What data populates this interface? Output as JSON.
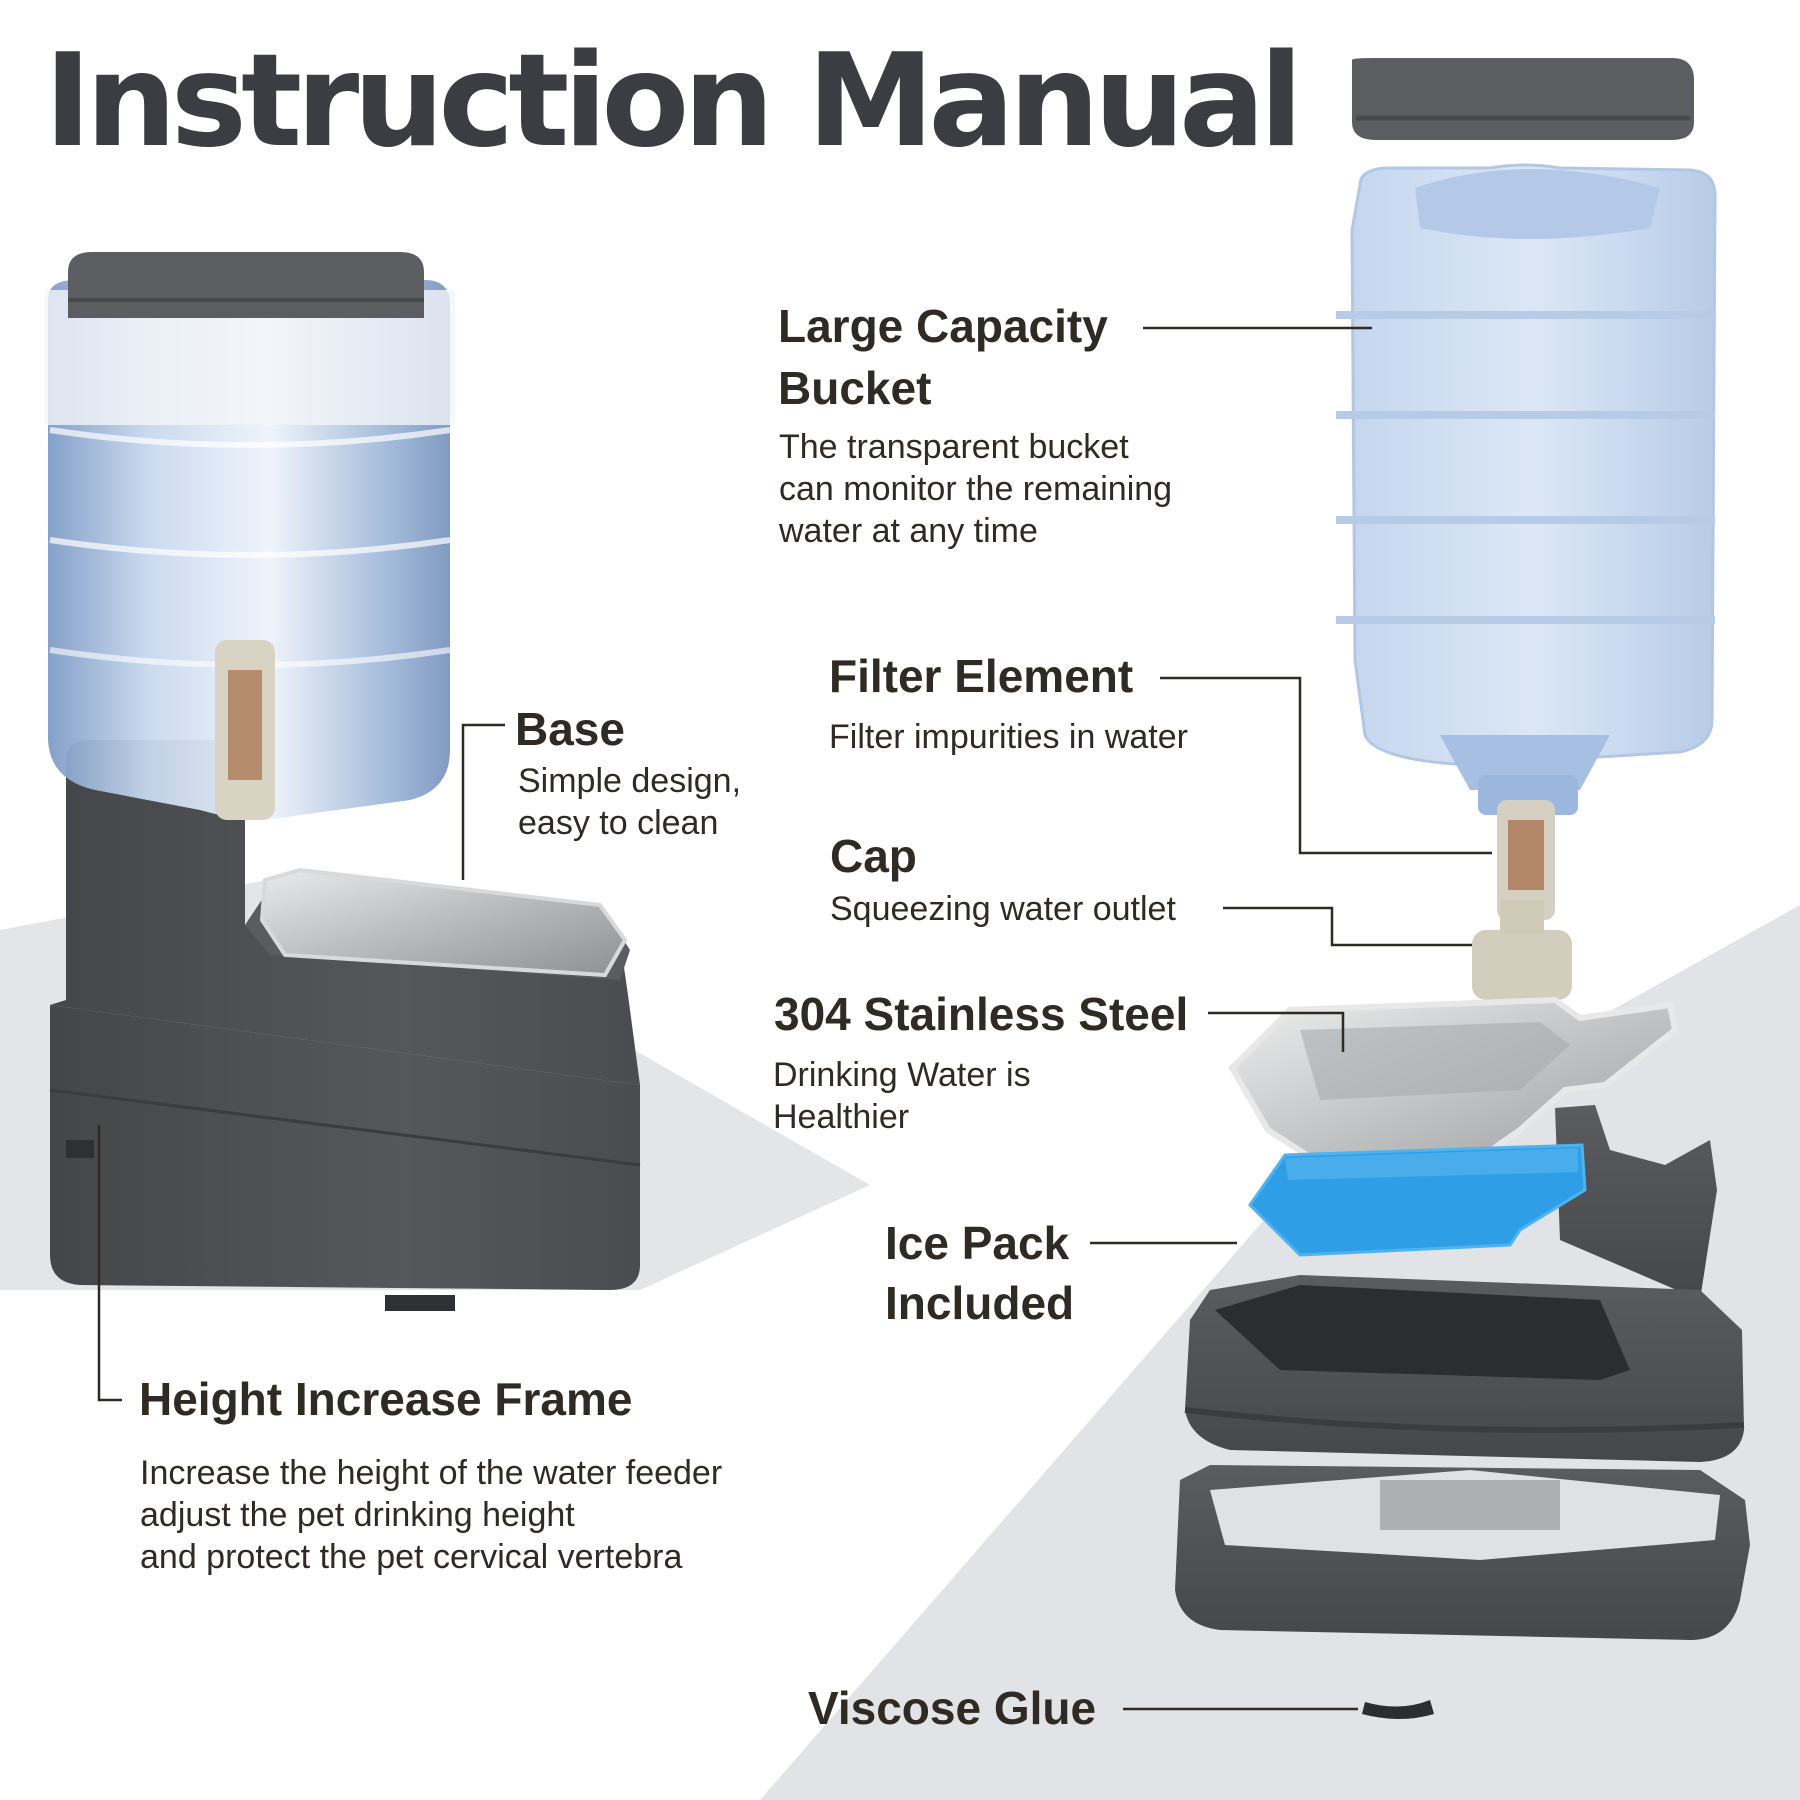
{
  "page": {
    "title": "Instruction Manual"
  },
  "parts": {
    "bucket": {
      "name_line1": "Large Capacity",
      "name_line2": "Bucket",
      "desc_line1": "The transparent bucket",
      "desc_line2": "can monitor the remaining",
      "desc_line3": "water at any time"
    },
    "filter": {
      "name": "Filter Element",
      "desc": "Filter impurities in water"
    },
    "base": {
      "name": "Base",
      "desc_line1": "Simple design,",
      "desc_line2": "easy to clean"
    },
    "cap": {
      "name": "Cap",
      "desc": "Squeezing water outlet"
    },
    "steel": {
      "name": "304 Stainless Steel",
      "desc_line1": "Drinking Water is",
      "desc_line2": "Healthier"
    },
    "ice_pack": {
      "name_line1": "Ice Pack",
      "name_line2": "Included"
    },
    "frame": {
      "name": "Height Increase Frame",
      "desc_line1": "Increase the height of the water feeder",
      "desc_line2": "adjust the pet drinking height",
      "desc_line3": "and protect the pet cervical vertebra"
    },
    "glue": {
      "name": "Viscose Glue"
    }
  },
  "colors": {
    "title": "#3b3d42",
    "text": "#2f2a24",
    "plastic_dark": "#4b4d51",
    "plastic_mid": "#5c5e62",
    "floor": "#e6e7e9",
    "water": "#a9c2e2",
    "steel": "#c4c6c8",
    "ice_pack": "#2e9fe6",
    "filter": "#d6d0c2"
  },
  "icons": [
    "water-bucket",
    "filter-cartridge",
    "cap-valve",
    "steel-bowl",
    "ice-pack",
    "base-tray",
    "height-frame",
    "glue-pad"
  ]
}
